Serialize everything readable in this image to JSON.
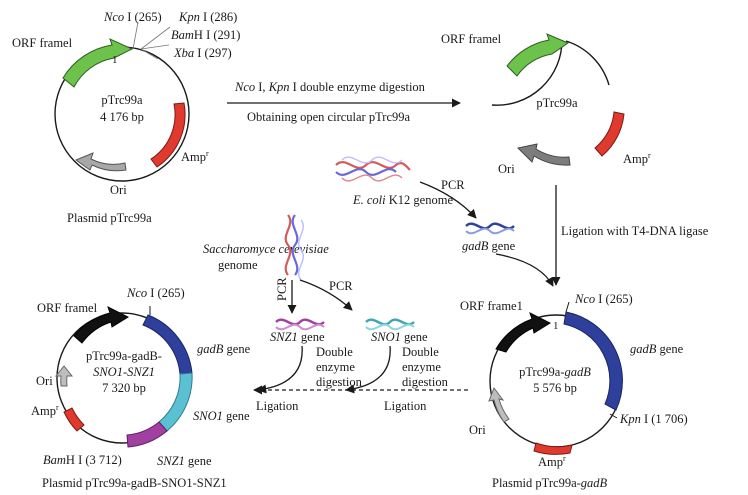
{
  "plasmid_1": {
    "name": "pTrc99a",
    "size": "4 176 bp",
    "caption": "Plasmid pTrc99a",
    "orf": "ORF framel",
    "one": "1",
    "amp_base": "Amp",
    "amp_sup": "r",
    "ori": "Ori",
    "sites": {
      "nco_enz": "Nco",
      "nco_pos": " I (265)",
      "kpn_enz": "Kpn",
      "kpn_pos": " I (286)",
      "bam_enz": "Bam",
      "bam_pos": "H I (291)",
      "xba_enz": "Xba",
      "xba_pos": " I (297)"
    }
  },
  "digestion": {
    "enz1": "Nco",
    "part1": " I, ",
    "enz2": "Kpn",
    "part2": " I double enzyme digestion",
    "below": "Obtaining open circular pTrc99a"
  },
  "plasmid_open": {
    "orf": "ORF framel",
    "name": "pTrc99a",
    "amp_base": "Amp",
    "amp_sup": "r",
    "ori": "Ori"
  },
  "ecoli": {
    "genome_italic": "E. coli",
    "genome_rest": " K12 genome",
    "pcr": "PCR",
    "gene_italic": "gadB",
    "gene_rest": " gene"
  },
  "ligation_t4": "Ligation with T4-DNA ligase",
  "yeast": {
    "name": "Saccharomyce cerevisiae",
    "genome": "genome",
    "pcr_left": "PCR",
    "pcr_right": "PCR",
    "snz1_italic": "SNZ1",
    "snz1_rest": " gene",
    "sno1_italic": "SNO1",
    "sno1_rest": " gene",
    "double": "Double",
    "enzyme": "enzyme",
    "digestion": "digestion",
    "ligation": "Ligation"
  },
  "plasmid_final": {
    "orf": "ORF framel",
    "nco_enz": "Nco",
    "nco_pos": " I (265)",
    "gadb_italic": "gadB",
    "gadb_rest": " gene",
    "sno1_italic": "SNO1",
    "sno1_rest": " gene",
    "snz1_italic": "SNZ1",
    "snz1_rest": " gene",
    "bam_enz": "Bam",
    "bam_pos": "H I (3 712)",
    "ori": "Ori",
    "amp_base": "Amp",
    "amp_sup": "r",
    "name_line1": "pTrc99a-gadB-",
    "name_line2": "SNO1-SNZ1",
    "size": "7 320 bp",
    "caption": "Plasmid pTrc99a-gadB-SNO1-SNZ1"
  },
  "plasmid_gadb": {
    "orf": "ORF frame1",
    "one": "1",
    "nco_enz": "Nco",
    "nco_pos": " I (265)",
    "gadb_italic": "gadB",
    "gadb_rest": " gene",
    "name_base": "pTrc99a-",
    "name_italic": "gadB",
    "size": "5 576 bp",
    "kpn_enz": "Kpn",
    "kpn_pos": " I (1 706)",
    "ori": "Ori",
    "amp_base": "Amp",
    "amp_sup": "r",
    "caption_base": "Plasmid pTrc99a-",
    "caption_italic": "gadB"
  },
  "colors": {
    "orf": "#6cc24a",
    "amp": "#e03a2f",
    "ori": "#a8a8a8",
    "ori_dark": "#7d7d7d",
    "gadb": "#2e3f9c",
    "sno1": "#5bc0d2",
    "snz1": "#a040a0",
    "black_segment": "#111111"
  }
}
